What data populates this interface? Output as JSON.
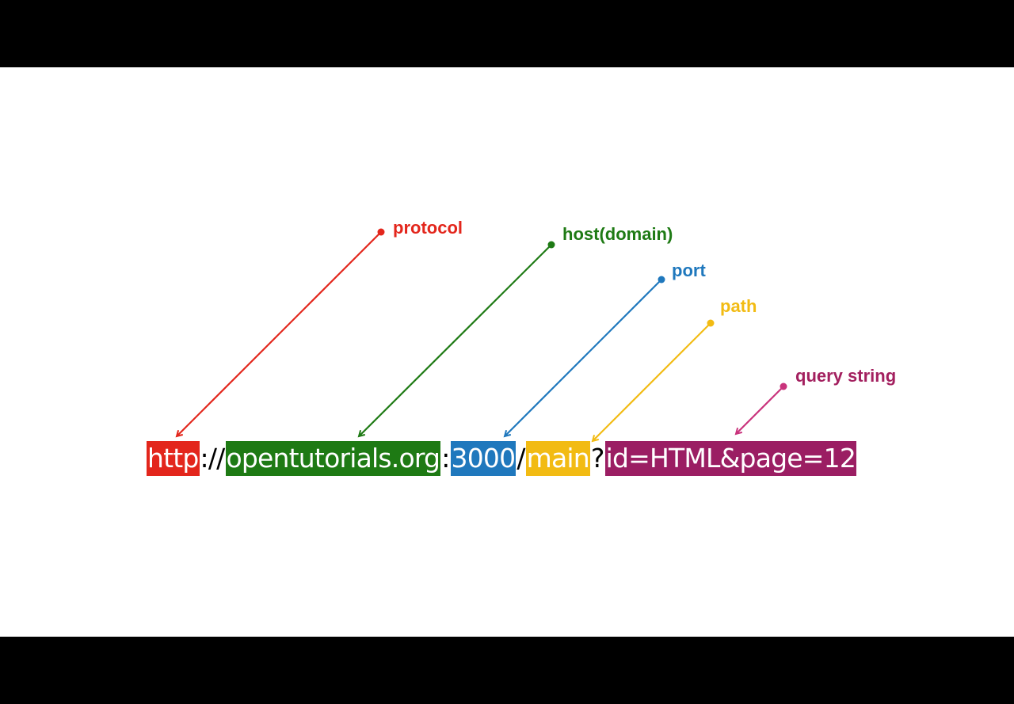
{
  "labels": {
    "protocol": "protocol",
    "host": "host(domain)",
    "port": "port",
    "path": "path",
    "query": "query string"
  },
  "url": {
    "protocol": "http",
    "sep1": "://",
    "host": "opentutorials.org",
    "sep2": ":",
    "port": "3000",
    "sep3": "/",
    "path": "main",
    "sep4": "?",
    "query": "id=HTML&page=12"
  },
  "colors": {
    "protocol": "#e3261c",
    "host": "#1e7a14",
    "port": "#1f78bd",
    "path": "#f2bb13",
    "query": "#9b1e63",
    "query_label": "#a3205f",
    "query_arrow": "#c9337c"
  }
}
